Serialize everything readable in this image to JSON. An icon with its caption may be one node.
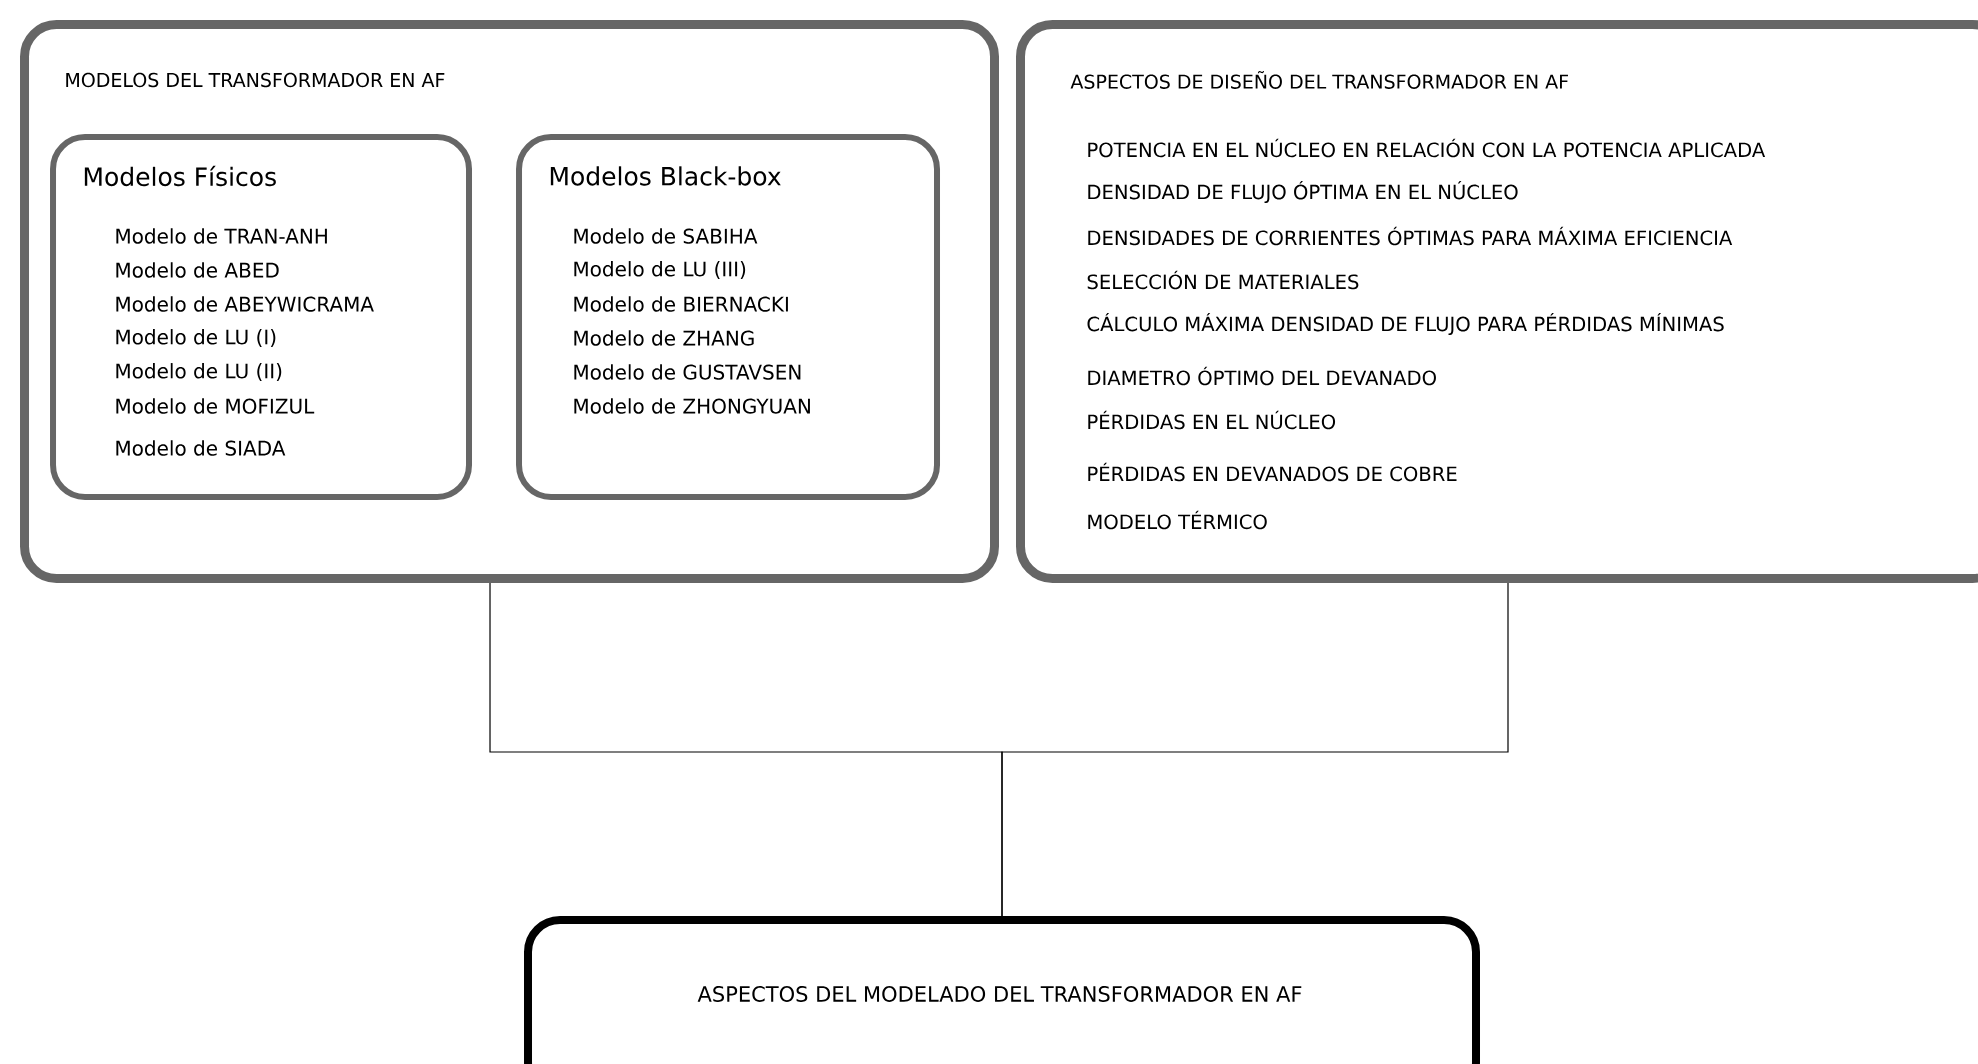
{
  "diagram": {
    "nodes": [
      {
        "text": [
          "MODELOS DEL TRANSFORMADOR EN AF"
        ]
      },
      {
        "text": [
          "Modelos Físicos",
          "Modelo de TRAN-ANH",
          "Modelo de ABED",
          "Modelo de ABEYWICRAMA",
          "Modelo de LU (I)",
          "Modelo de LU (II)",
          "Modelo de MOFIZUL",
          "Modelo de SIADA"
        ],
        "in": 0
      },
      {
        "text": [
          "Modelos Black-box",
          "Modelo de SABIHA",
          "Modelo de LU (III)",
          "Modelo de BIERNACKI",
          "Modelo de ZHANG",
          "Modelo de GUSTAVSEN",
          "Modelo de ZHONGYUAN"
        ],
        "in": 0
      },
      {
        "text": [
          "ASPECTOS DE DISEÑO DEL TRANSFORMADOR EN AF",
          "POTENCIA EN EL NÚCLEO EN RELACIÓN CON LA POTENCIA APLICADA",
          "DENSIDAD DE FLUJO ÓPTIMA EN EL NÚCLEO",
          "DENSIDADES DE CORRIENTES ÓPTIMAS PARA MÁXIMA EFICIENCIA",
          "SELECCIÓN DE MATERIALES",
          "CÁLCULO MÁXIMA DENSIDAD DE FLUJO PARA PÉRDIDAS MÍNIMAS",
          "DIAMETRO ÓPTIMO DEL DEVANADO",
          "PÉRDIDAS EN EL NÚCLEO",
          "PÉRDIDAS EN DEVANADOS DE COBRE",
          "MODELO TÉRMICO"
        ]
      },
      {
        "text": [
          "ASPECTOS DEL MODELADO DEL TRANSFORMADOR EN AF"
        ]
      }
    ],
    "edges": [
      {
        "from": 0,
        "to": 4,
        "arrow": "none"
      },
      {
        "from": 3,
        "to": 4,
        "arrow": "none"
      }
    ]
  }
}
